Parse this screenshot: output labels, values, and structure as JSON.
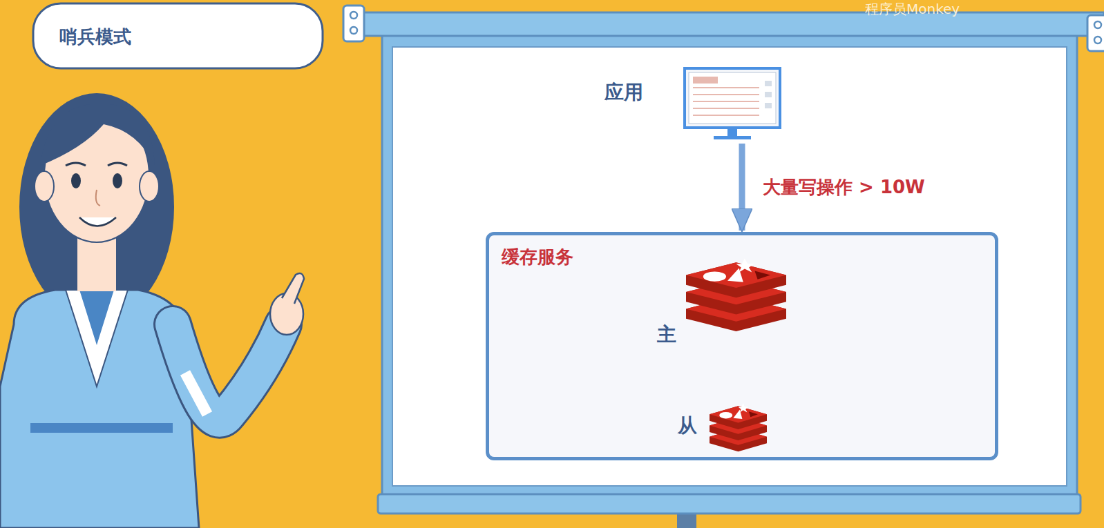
{
  "diagram": {
    "title": "哨兵模式",
    "nodes": [
      {
        "text": [
          "应用"
        ]
      },
      {
        "text": [
          "缓存服务"
        ]
      },
      {
        "text": [
          "主"
        ],
        "in": 1
      },
      {
        "text": [
          "从"
        ],
        "in": 1
      }
    ],
    "edges": [
      {
        "from": 0,
        "to": 1,
        "label": "大量写操作 > 10W",
        "arrow": "to"
      },
      {
        "from": 2,
        "to": 3,
        "arrow": "to"
      }
    ],
    "labels": [
      "程序员Monkey"
    ]
  }
}
